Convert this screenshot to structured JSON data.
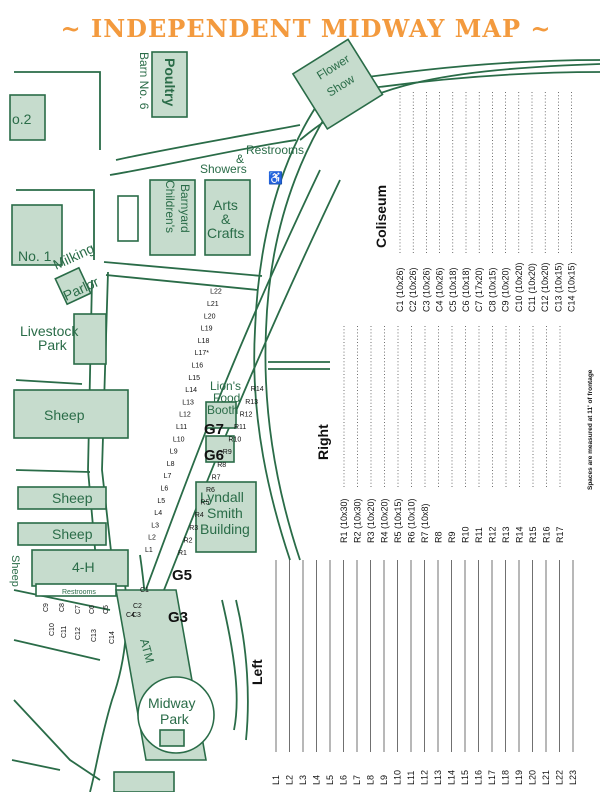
{
  "title": "~ INDEPENDENT MIDWAY MAP ~",
  "buildings": {
    "no2": "o.2",
    "poultry": "Poultry",
    "barn6": "Barn No. 6",
    "flower1": "Flower",
    "flower2": "Show",
    "restrooms": "Restrooms",
    "amp": "&",
    "showers": "Showers",
    "barnyard1": "Children's",
    "barnyard2": "Barnyard",
    "arts1": "Arts",
    "arts2": "&",
    "arts3": "Crafts",
    "no1": "No. 1",
    "milking1": "Milking",
    "milking2": "Parlor",
    "livestock1": "Livestock",
    "livestock2": "Park",
    "sheep": "Sheep",
    "fourh": "4-H",
    "restrooms_small": "Restrooms",
    "sheep_vertical": "Sheep",
    "lions1": "Lion's",
    "lions2": "Food",
    "lions3": "Booth",
    "lyndall1": "Lyndall",
    "lyndall2": "Smith",
    "lyndall3": "Building",
    "atm": "ATM",
    "midway1": "Midway",
    "midway2": "Park"
  },
  "gates": [
    "G7",
    "G6",
    "G5",
    "G3"
  ],
  "map_L_labels": [
    "L1",
    "L2",
    "L3",
    "L4",
    "L5",
    "L6",
    "L7",
    "L8",
    "L9",
    "L10",
    "L11",
    "L12",
    "L13",
    "L14",
    "L15",
    "L16",
    "L17*",
    "L18",
    "L19",
    "L20",
    "L21",
    "L22"
  ],
  "map_R_labels": [
    "R1",
    "R2",
    "R3",
    "R4",
    "R5",
    "R6",
    "R7",
    "R8",
    "R9",
    "R10",
    "R11",
    "R12",
    "R13",
    "R14"
  ],
  "map_C_labels": [
    "C1",
    "C2",
    "C3",
    "C4",
    "C5",
    "C6",
    "C7",
    "C8",
    "C9",
    "C10",
    "C11",
    "C12",
    "C13",
    "C14"
  ],
  "coliseum": {
    "heading": "Coliseum",
    "spaces": [
      "C1 (10x26)",
      "C2 (10x26)",
      "C3 (10x26)",
      "C4 (10x26)",
      "C5 (10x18)",
      "C6 (10x18)",
      "C7 (17x20)",
      "C8 (10x15)",
      "C9 (10x20)",
      "C10 (10x20)",
      "C11 (10x20)",
      "C12 (10x20)",
      "C13 (10x15)",
      "C14 (10x15)"
    ]
  },
  "right": {
    "heading": "Right",
    "spaces": [
      "R1 (10x30)",
      "R2 (10x30)",
      "R3 (10x20)",
      "R4 (10x20)",
      "R5 (10x15)",
      "R6 (10x10)",
      "R7 (10x8)",
      "R8",
      "R9",
      "R10",
      "R11",
      "R12",
      "R13",
      "R14",
      "R15",
      "R16",
      "R17"
    ]
  },
  "left": {
    "heading": "Left",
    "spaces": [
      "L1",
      "L2",
      "L3",
      "L4",
      "L5",
      "L6",
      "L7",
      "L8",
      "L9",
      "L10",
      "L11",
      "L12",
      "L13",
      "L14",
      "L15",
      "L16",
      "L17",
      "L18",
      "L19",
      "L20",
      "L21",
      "L22",
      "L23"
    ]
  },
  "note": "Spaces are measured at 11' of frontage"
}
